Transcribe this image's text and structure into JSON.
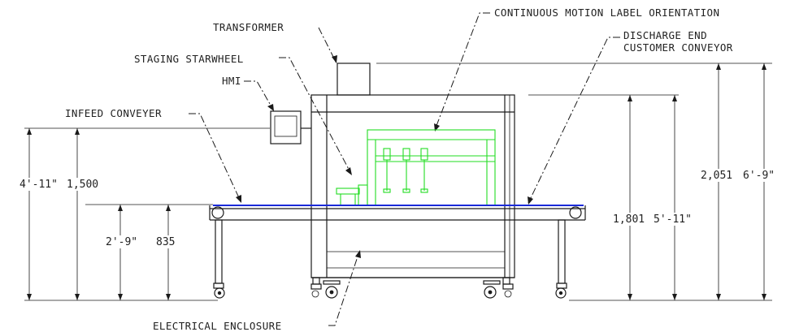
{
  "labels": {
    "transformer": "TRANSFORMER",
    "cmlo": "CONTINUOUS MOTION LABEL ORIENTATION",
    "discharge_1": "DISCHARGE END",
    "discharge_2": "CUSTOMER CONVEYOR",
    "staging": "STAGING STARWHEEL",
    "hmi": "HMI",
    "infeed": "INFEED CONVEYER",
    "electrical": "ELECTRICAL ENCLOSURE"
  },
  "dimensions": {
    "infeed_height_imperial": "4'-11\"",
    "infeed_height_metric": "1,500",
    "conveyor_height_imperial": "2'-9\"",
    "conveyor_height_metric": "835",
    "frame_height_metric": "1,801",
    "frame_height_imperial": "5'-11\"",
    "overall_height_metric": "2,051",
    "overall_height_imperial": "6'-9\""
  },
  "colors": {
    "line": "#1a1a1a",
    "label_module": "#22dd22",
    "conveyor": "#1a2ad8"
  }
}
